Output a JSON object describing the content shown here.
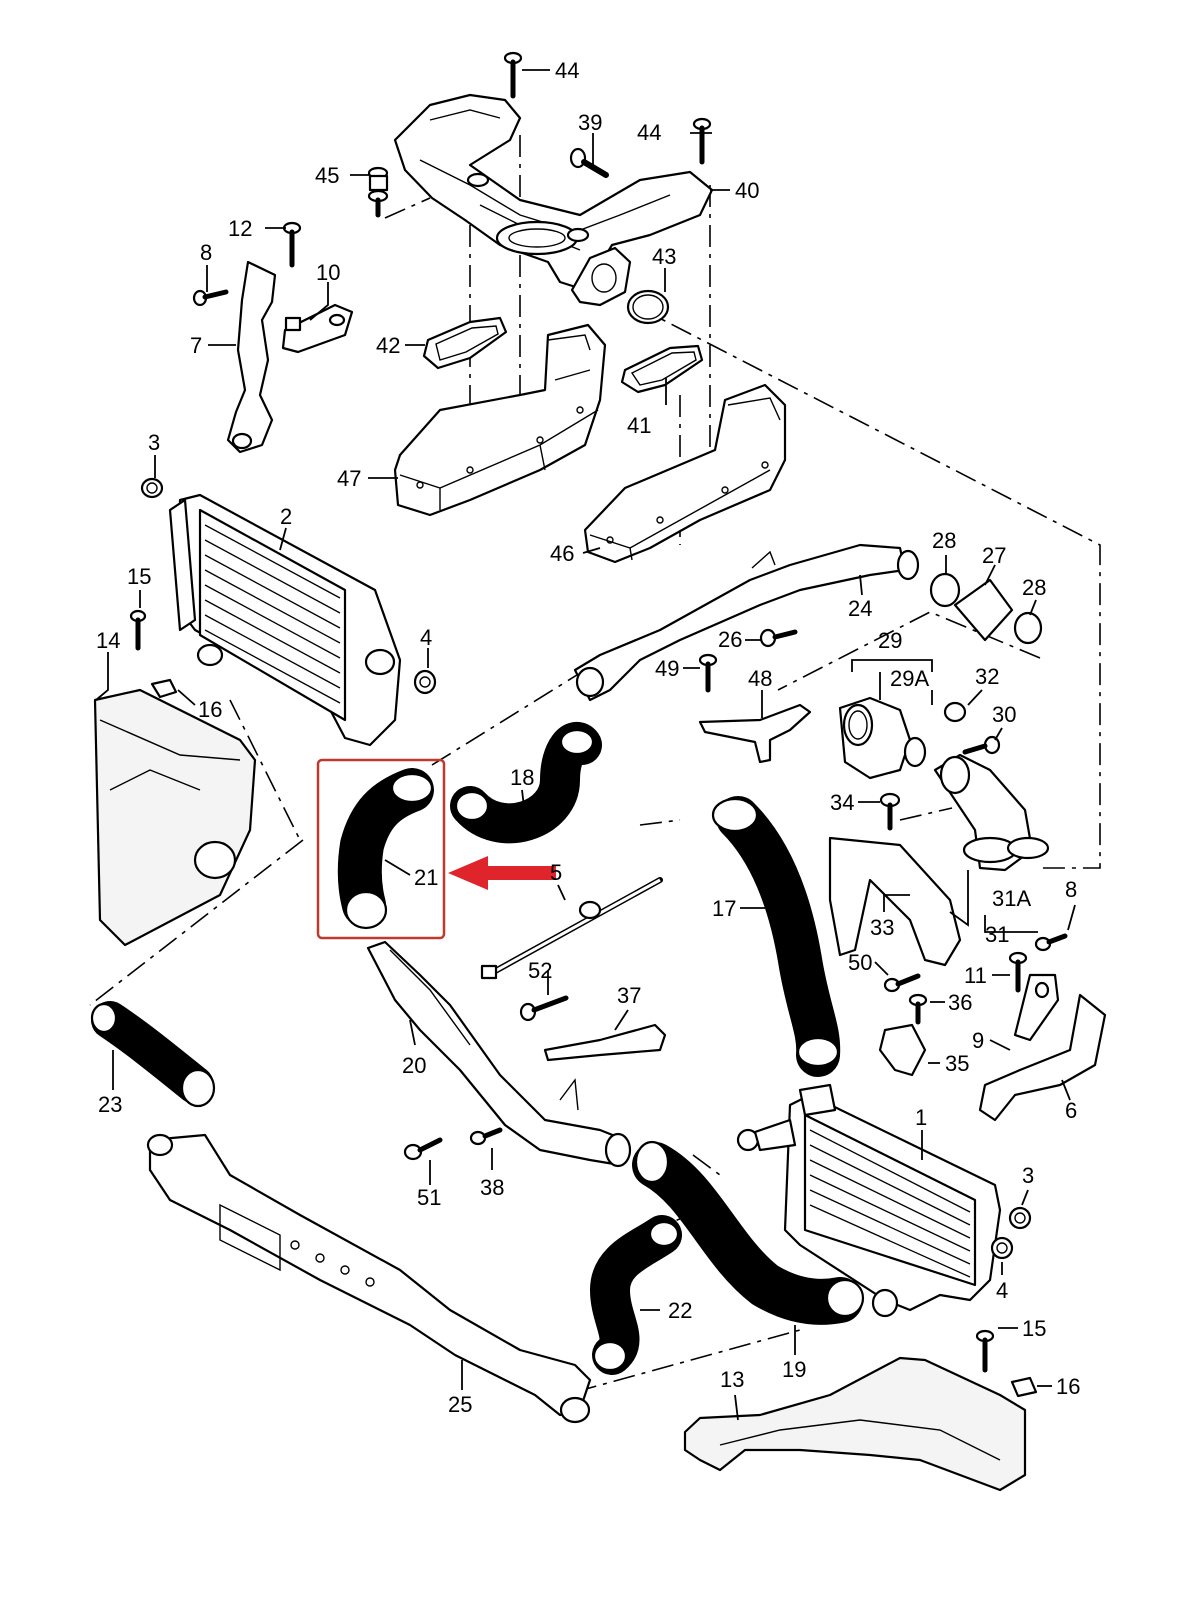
{
  "highlight": {
    "part_number": "21",
    "hose_color": "#33ee33",
    "box_color": "#c0392b",
    "arrow_color": "#e0242b"
  },
  "callouts": {
    "c44a": "44",
    "c39": "39",
    "c44b": "44",
    "c45": "45",
    "c40": "40",
    "c12": "12",
    "c8a": "8",
    "c10": "10",
    "c43": "43",
    "c7": "7",
    "c42": "42",
    "c41": "41",
    "c47": "47",
    "c46": "46",
    "c3a": "3",
    "c2": "2",
    "c28a": "28",
    "c27": "27",
    "c28b": "28",
    "c15a": "15",
    "c24": "24",
    "c14": "14",
    "c4a": "4",
    "c26": "26",
    "c29": "29",
    "c16a": "16",
    "c49": "49",
    "c48": "48",
    "c29A": "29A",
    "c32": "32",
    "c30": "30",
    "c18": "18",
    "c34": "34",
    "c21": "21",
    "c5": "5",
    "c17": "17",
    "c33": "33",
    "c31A": "31A",
    "c31": "31",
    "c8b": "8",
    "c50": "50",
    "c11": "11",
    "c36": "36",
    "c52": "52",
    "c37": "37",
    "c20": "20",
    "c9": "9",
    "c35": "35",
    "c23": "23",
    "c6": "6",
    "c1": "1",
    "c51": "51",
    "c38": "38",
    "c3b": "3",
    "c4b": "4",
    "c22": "22",
    "c15b": "15",
    "c19": "19",
    "c16b": "16",
    "c13": "13",
    "c25": "25"
  }
}
